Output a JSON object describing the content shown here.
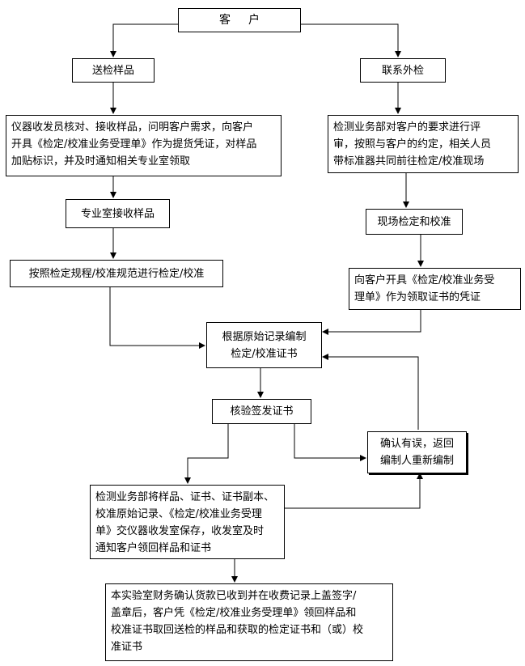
{
  "nodes": {
    "customer": {
      "label": "客户"
    },
    "send_sample": {
      "label": "送检样品"
    },
    "contact_external": {
      "label": "联系外检"
    },
    "receive_register": {
      "lines": [
        "仪器收发员核对、接收样品，问明客户需求，向客户",
        "开具《检定/校准业务受理单》作为提货凭证，对样品",
        "加贴标识，并及时通知相关专业室领取"
      ]
    },
    "onsite_arrange": {
      "lines": [
        "检测业务部对客户的要求进行评",
        "审，按照与客户的约定，相关人员",
        "带标准器共同前往检定/校准现场"
      ]
    },
    "dept_receive": {
      "label": "专业室接收样品"
    },
    "onsite_calibrate": {
      "label": "现场检定和校准"
    },
    "do_calibration": {
      "label": "按照检定规程/校准规范进行检定/校准"
    },
    "issue_voucher": {
      "lines": [
        "向客户开具《检定/校准业务受",
        "理单》作为领取证书的凭证"
      ]
    },
    "compile_cert": {
      "lines": [
        "根据原始记录编制",
        "检定/校准证书"
      ]
    },
    "verify_issue": {
      "label": "核验签发证书"
    },
    "error_return": {
      "lines": [
        "确认有误，返回",
        "编制人重新编制"
      ]
    },
    "deliver_storage": {
      "lines": [
        "检测业务部将样品、证书、证书副本、",
        "校准原始记录、《检定/校准业务受理",
        "单》交仪器收发室保存，收发室及时",
        "通知客户领回样品和证书"
      ]
    },
    "final_pickup": {
      "lines": [
        "本实验室财务确认货款已收到并在收费记录上盖签字/",
        "盖章后，客户凭《检定/校准业务受理单》领回样品和",
        "校准证书取回送检的样品和获取的检定证书和（或）校",
        "准证书"
      ]
    }
  }
}
